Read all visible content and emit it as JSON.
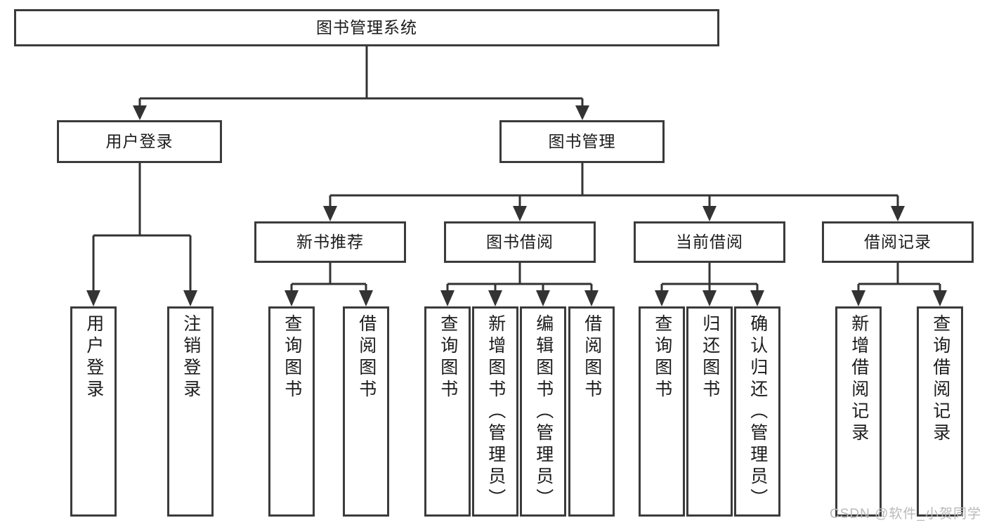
{
  "diagram": {
    "type": "tree",
    "title": "图书管理系统",
    "orientation": "top-down",
    "colors": {
      "box_border": "#3b3b3b",
      "box_fill": "#ffffff",
      "connector": "#333333",
      "text": "#1b1b1b",
      "watermark": "#b9b9b9",
      "background": "#ffffff"
    },
    "watermark": "CSDN @软件_小贺同学",
    "nodes": {
      "root": {
        "label": "图书管理系统",
        "level": 1
      },
      "level2": [
        {
          "id": "user-login",
          "label": "用户登录",
          "level": 2
        },
        {
          "id": "book-manage",
          "label": "图书管理",
          "level": 2
        }
      ],
      "level3": [
        {
          "id": "new-book-recommend",
          "label": "新书推荐",
          "level": 3
        },
        {
          "id": "book-borrow",
          "label": "图书借阅",
          "level": 3
        },
        {
          "id": "current-borrow",
          "label": "当前借阅",
          "level": 3
        },
        {
          "id": "borrow-record",
          "label": "借阅记录",
          "level": 3
        }
      ],
      "leaves": {
        "user-login": [
          {
            "id": "leaf-user-login",
            "label": "用户登录"
          },
          {
            "id": "leaf-logout",
            "label": "注销登录"
          }
        ],
        "new-book-recommend": [
          {
            "id": "leaf-query-book-1",
            "label": "查询图书"
          },
          {
            "id": "leaf-borrow-book-1",
            "label": "借阅图书"
          }
        ],
        "book-borrow": [
          {
            "id": "leaf-query-book-2",
            "label": "查询图书"
          },
          {
            "id": "leaf-add-book",
            "label": "新增图书（管理员）"
          },
          {
            "id": "leaf-edit-book",
            "label": "编辑图书（管理员）"
          },
          {
            "id": "leaf-borrow-book-2",
            "label": "借阅图书"
          }
        ],
        "current-borrow": [
          {
            "id": "leaf-query-book-3",
            "label": "查询图书"
          },
          {
            "id": "leaf-return-book",
            "label": "归还图书"
          },
          {
            "id": "leaf-confirm-return",
            "label": "确认归还（管理员）"
          }
        ],
        "borrow-record": [
          {
            "id": "leaf-add-record",
            "label": "新增借阅记录"
          },
          {
            "id": "leaf-query-record",
            "label": "查询借阅记录"
          }
        ]
      }
    }
  }
}
